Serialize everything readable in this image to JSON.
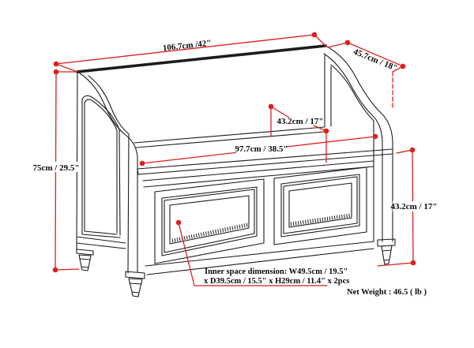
{
  "figure": {
    "description": "Entryway storage bench dimension drawing",
    "colors": {
      "dimension_red": "#de1f1f",
      "line_black": "#1c1c1c",
      "background": "#ffffff"
    },
    "dimensions": {
      "overall_width": "106.7cm /42\"",
      "overall_depth": "45.7cm / 18\"",
      "overall_height": "75cm / 29.5\"",
      "seat_depth": "43.2cm / 17\"",
      "seat_width": "97.7cm / 38.5\"",
      "storage_height": "43.2cm / 17\""
    },
    "notes": {
      "inner_space_line1": "Inner space dimension: W49.5cm / 19.5\"",
      "inner_space_line2": "x D39.5cm / 15.5\" x H29cm / 11.4\" x 2pcs",
      "net_weight": "Net Weight : 46.5 ( lb )"
    }
  }
}
